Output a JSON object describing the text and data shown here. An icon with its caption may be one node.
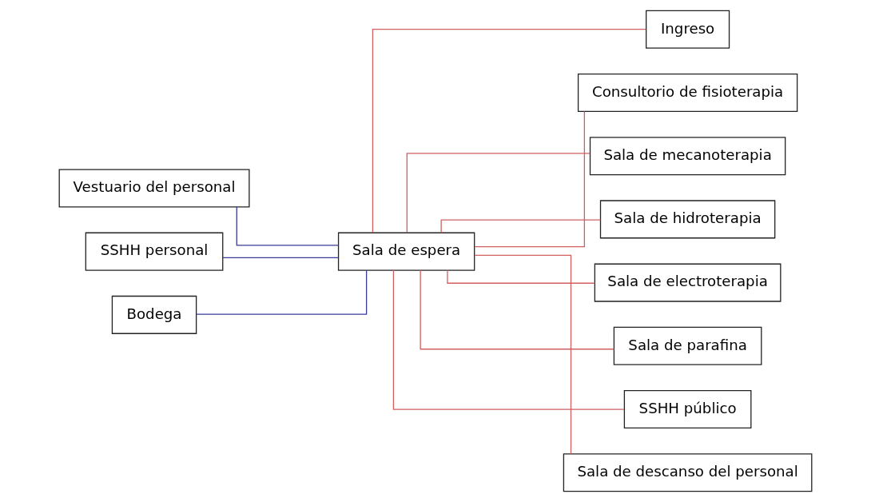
{
  "diagram": {
    "nodes": [
      {
        "text": [
          "Ingreso"
        ]
      },
      {
        "text": [
          "Consultorio de fisioterapia"
        ]
      },
      {
        "text": [
          "Vestuario del personal"
        ]
      },
      {
        "text": [
          "Sala de mecanoterapia"
        ]
      },
      {
        "text": [
          "SSHH personal"
        ]
      },
      {
        "text": [
          "Sala de espera"
        ]
      },
      {
        "text": [
          "Sala de hidroterapia"
        ]
      },
      {
        "text": [
          "Bodega"
        ]
      },
      {
        "text": [
          "Sala de electroterapia"
        ]
      },
      {
        "text": [
          "Sala de parafina"
        ]
      },
      {
        "text": [
          "SSHH público"
        ]
      },
      {
        "text": [
          "Sala de descanso del personal"
        ]
      }
    ],
    "edges": [
      {
        "from": 5,
        "to": 0,
        "arrow": "none"
      },
      {
        "from": 5,
        "to": 1,
        "arrow": "none"
      },
      {
        "from": 2,
        "to": 5,
        "arrow": "none",
        "color": "#3a3a9a"
      },
      {
        "from": 5,
        "to": 3,
        "arrow": "none"
      },
      {
        "from": 4,
        "to": 5,
        "arrow": "none",
        "color": "#3a3a9a"
      },
      {
        "from": 5,
        "to": 6,
        "arrow": "none"
      },
      {
        "from": 7,
        "to": 5,
        "arrow": "none",
        "color": "#3a3a9a"
      },
      {
        "from": 5,
        "to": 8,
        "arrow": "none"
      },
      {
        "from": 5,
        "to": 9,
        "arrow": "none"
      },
      {
        "from": 5,
        "to": 10,
        "arrow": "none"
      },
      {
        "from": 5,
        "to": 11,
        "arrow": "none"
      }
    ]
  }
}
